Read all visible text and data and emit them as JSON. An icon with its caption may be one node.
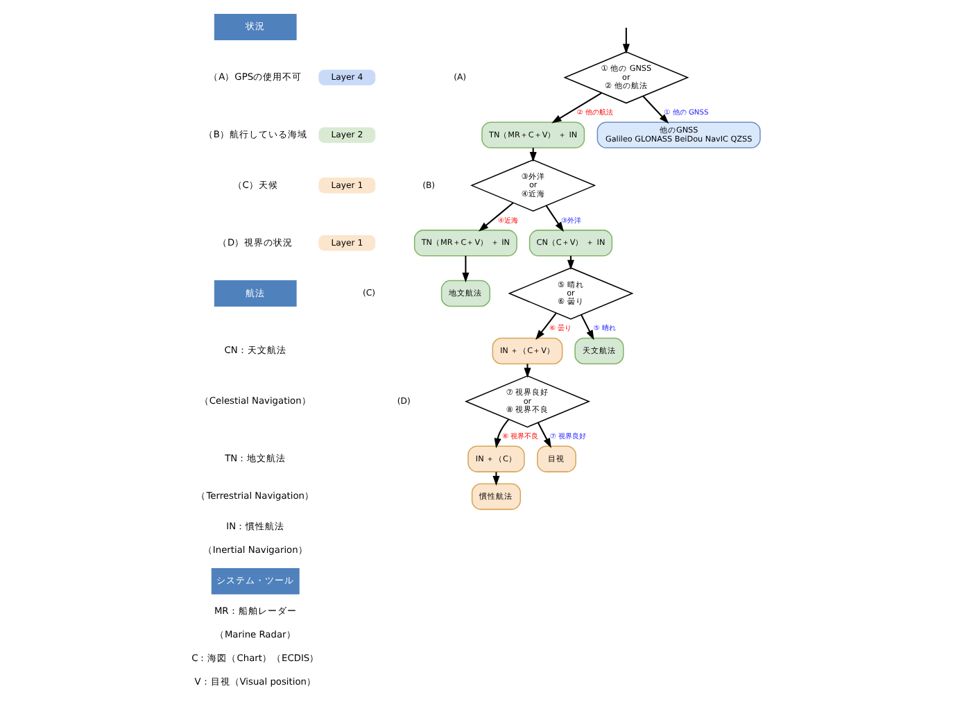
{
  "diagram": {
    "nodes": [
      {
        "text": [
          "状況"
        ]
      },
      {
        "text": [
          "Layer 4"
        ]
      },
      {
        "text": [
          "Layer 2"
        ]
      },
      {
        "text": [
          "Layer 1"
        ]
      },
      {
        "text": [
          "Layer 1"
        ]
      },
      {
        "text": [
          "航法"
        ]
      },
      {
        "text": [
          "システム・ツール"
        ]
      },
      {
        "text": [
          "① 他の GNSS",
          "or",
          "② 他の航法"
        ]
      },
      {
        "text": [
          "TN（MR＋C＋V） ＋ IN"
        ]
      },
      {
        "text": [
          "他のGNSS",
          "Galileo GLONASS BeiDou NavIC QZSS"
        ]
      },
      {
        "text": [
          "③外洋",
          "or",
          "④近海"
        ]
      },
      {
        "text": [
          "TN（MR＋C＋V） ＋ IN"
        ]
      },
      {
        "text": [
          "CN（C＋V） ＋ IN"
        ]
      },
      {
        "text": [
          "⑤ 晴れ",
          "or",
          "⑥ 曇り"
        ]
      },
      {
        "text": [
          "IN ＋（C＋V）"
        ]
      },
      {
        "text": [
          "⑦ 視界良好",
          "or",
          "⑧ 視界不良"
        ]
      },
      {
        "text": [
          "IN ＋（C）"
        ]
      },
      {
        "text": [
          "地文航法"
        ]
      },
      {
        "text": [
          "慣性航法"
        ]
      },
      {
        "text": [
          "目視"
        ]
      },
      {
        "text": [
          "天文航法"
        ]
      }
    ],
    "edges": [
      {
        "from": null,
        "to": 7,
        "arrow": "to"
      },
      {
        "from": 7,
        "to": 9,
        "arrow": "to",
        "label": "① 他の GNSS"
      },
      {
        "from": 7,
        "to": 8,
        "arrow": "to",
        "label": "② 他の航法"
      },
      {
        "from": 8,
        "to": 10,
        "arrow": "to"
      },
      {
        "from": 10,
        "to": 11,
        "arrow": "to",
        "label": "④近海"
      },
      {
        "from": 10,
        "to": 12,
        "arrow": "to",
        "label": "③外洋"
      },
      {
        "from": 12,
        "to": 13,
        "arrow": "to"
      },
      {
        "from": 13,
        "to": 14,
        "arrow": "to",
        "label": "⑥ 曇り"
      },
      {
        "from": 13,
        "to": 20,
        "arrow": "to",
        "label": "⑤ 晴れ"
      },
      {
        "from": 14,
        "to": 15,
        "arrow": "to"
      },
      {
        "from": 15,
        "to": 16,
        "arrow": "to",
        "label": "⑧ 視界不良"
      },
      {
        "from": 15,
        "to": 19,
        "arrow": "to",
        "label": "⑦ 視界良好"
      },
      {
        "from": 11,
        "to": 17,
        "arrow": "to"
      },
      {
        "from": 16,
        "to": 18,
        "arrow": "to"
      }
    ],
    "labels": [
      "（A）GPSの使用不可",
      "（B）航行している海域",
      "（C）天候",
      "（D）視界の状況",
      "CN：天文航法",
      "（Celestial Navigation）",
      "TN：地文航法",
      "（Terrestrial Navigation）",
      "IN：慣性航法",
      "（Inertial Navigarion）",
      "MR：船舶レーダー",
      "（Marine Radar）",
      "C：海図（Chart）（ECDIS）",
      "V：目視（Visual position）",
      "(A)",
      "(B)",
      "(C)",
      "(D)"
    ]
  }
}
